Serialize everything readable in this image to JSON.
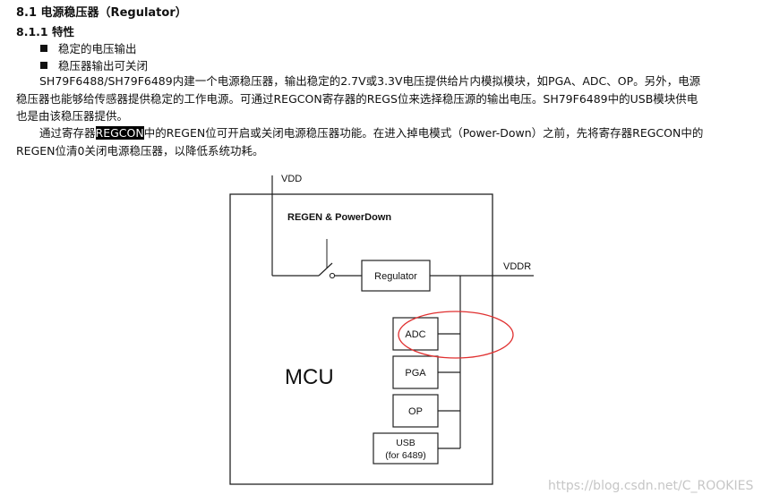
{
  "section": {
    "title": "8.1 电源稳压器（Regulator）",
    "sub_title": "8.1.1 特性"
  },
  "features": [
    "稳定的电压输出",
    "稳压器输出可关闭"
  ],
  "paragraph1": "SH79F6488/SH79F6489内建一个电源稳压器，输出稳定的2.7V或3.3V电压提供给片内模拟模块，如PGA、ADC、OP。另外，电源稳压器也能够给传感器提供稳定的工作电源。可通过REGCON寄存器的REGS位来选择稳压源的输出电压。SH79F6489中的USB模块供电也是由该稳压器提供。",
  "paragraph2": {
    "before": "通过寄存器",
    "highlight": "REGCON",
    "after": "中的REGEN位可开启或关闭电源稳压器功能。在进入掉电模式（Power-Down）之前，先将寄存器REGCON中的REGEN位清0关闭电源稳压器，以降低系统功耗。"
  },
  "diagram": {
    "vdd": "VDD",
    "vddr": "VDDR",
    "regen_label": "REGEN & PowerDown",
    "regulator": "Regulator",
    "mcu": "MCU",
    "adc": "ADC",
    "pga": "PGA",
    "op": "OP",
    "usb_line1": "USB",
    "usb_line2": "(for 6489)",
    "annotation_color": "#e03030"
  },
  "watermark": "https://blog.csdn.net/C_ROOKIES"
}
